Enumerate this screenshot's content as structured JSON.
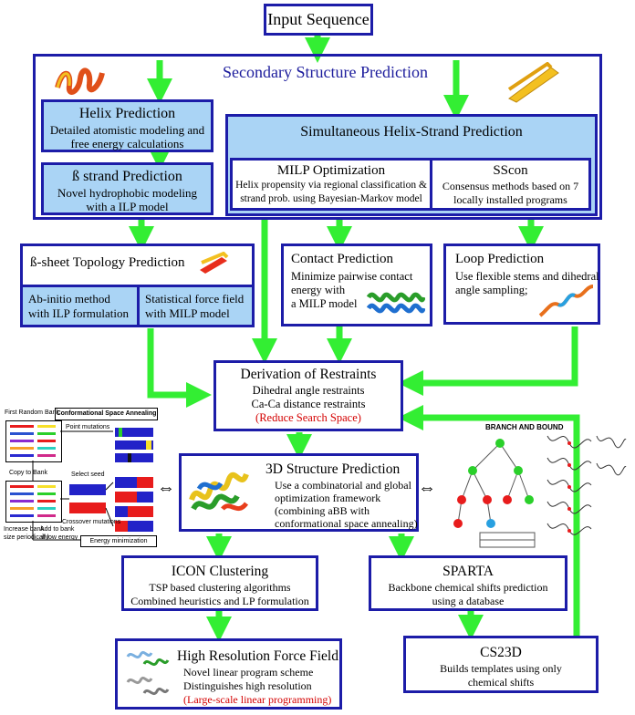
{
  "input": {
    "title": "Input Sequence"
  },
  "secondary": {
    "title": "Secondary Structure Prediction"
  },
  "helix": {
    "title": "Helix Prediction",
    "line1": "Detailed atomistic modeling and",
    "line2": "free energy calculations"
  },
  "strand": {
    "title": "ß strand Prediction",
    "line1": "Novel hydrophobic modeling",
    "line2": "with a ILP model"
  },
  "simultaneous": {
    "title": "Simultaneous Helix-Strand Prediction"
  },
  "milp": {
    "title": "MILP Optimization",
    "line1": "Helix propensity via regional classification &",
    "line2": "strand prob. using Bayesian-Markov model"
  },
  "sscon": {
    "title": "SScon",
    "line1": "Consensus methods based on 7",
    "line2": "locally installed programs"
  },
  "sheet": {
    "title": "ß-sheet Topology Prediction",
    "left1": "Ab-initio method",
    "left2": "with ILP formulation",
    "right1": "Statistical force field",
    "right2": "with MILP model"
  },
  "contact": {
    "title": "Contact Prediction",
    "line1": "Minimize pairwise contact",
    "line2": "energy with",
    "line3": "a MILP model"
  },
  "loop": {
    "title": "Loop Prediction",
    "line1": "Use flexible stems and dihedral",
    "line2": "angle sampling;"
  },
  "restraints": {
    "title": "Derivation of Restraints",
    "line1": "Dihedral angle restraints",
    "line2": "Ca-Ca distance restraints",
    "line3": "(Reduce Search Space)"
  },
  "structure": {
    "title": "3D Structure Prediction",
    "line1": "Use a combinatorial and global",
    "line2": "optimization framework",
    "line3": "(combining aBB with",
    "line4": "conformational space annealing)"
  },
  "icon": {
    "title": "ICON Clustering",
    "line1": "TSP based clustering algorithms",
    "line2": "Combined heuristics and LP formulation"
  },
  "sparta": {
    "title": "SPARTA",
    "line1": "Backbone chemical shifts prediction",
    "line2": "using a database"
  },
  "forcefield": {
    "title": "High Resolution Force Field",
    "line1": "Novel linear program scheme",
    "line2": "Distinguishes high resolution",
    "line3": "(Large-scale linear programming)"
  },
  "cs23d": {
    "title": "CS23D",
    "line1": "Builds templates using only",
    "line2": "chemical shifts"
  },
  "csa": {
    "title": "Conformational Space Annealing",
    "first_bank": "First Random Bank",
    "point_mutations": "Point mutations",
    "copy_to_bank": "Copy to Bank",
    "select_seed": "Select seed",
    "crossover": "Crossover mutations",
    "increase_bank": "Increase bank",
    "size_periodically": "size periodically",
    "add_to_bank": "Add to bank",
    "if_low_energy": "if low energy",
    "energy_min": "Energy minimization"
  },
  "bb": {
    "title": "BRANCH AND BOUND"
  },
  "colors": {
    "box_border": "#1c1ca8",
    "box_fill": "#aad4f5",
    "arrow": "#33ee33",
    "accent_red": "#d40000"
  }
}
